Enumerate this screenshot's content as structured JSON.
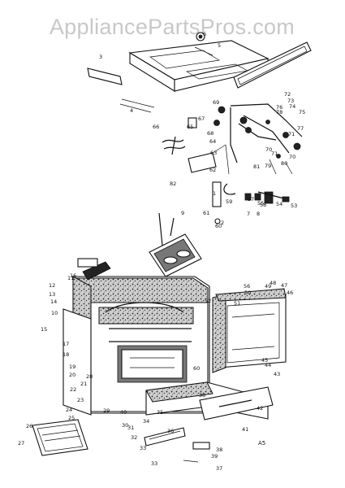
{
  "watermark": "AppliancePartsPros.com",
  "diagram_code": "A5",
  "part_numbers": [
    "1",
    "2",
    "3",
    "4",
    "5",
    "6",
    "7",
    "8",
    "9",
    "10",
    "11",
    "12",
    "13",
    "14",
    "15",
    "16",
    "17",
    "18",
    "19",
    "20",
    "21",
    "22",
    "23",
    "24",
    "25",
    "26",
    "27",
    "28",
    "29",
    "30",
    "31",
    "32",
    "33",
    "34",
    "35",
    "36",
    "37",
    "38",
    "39",
    "40",
    "41",
    "42",
    "43",
    "44",
    "45",
    "46",
    "47",
    "48",
    "49",
    "50",
    "51",
    "52",
    "53",
    "54",
    "55",
    "56",
    "57",
    "58",
    "59",
    "60",
    "61",
    "62",
    "63",
    "64",
    "65",
    "66",
    "67",
    "68",
    "69",
    "70",
    "71",
    "72",
    "73",
    "74",
    "75",
    "76",
    "77",
    "78",
    "79",
    "80",
    "81",
    "82"
  ]
}
